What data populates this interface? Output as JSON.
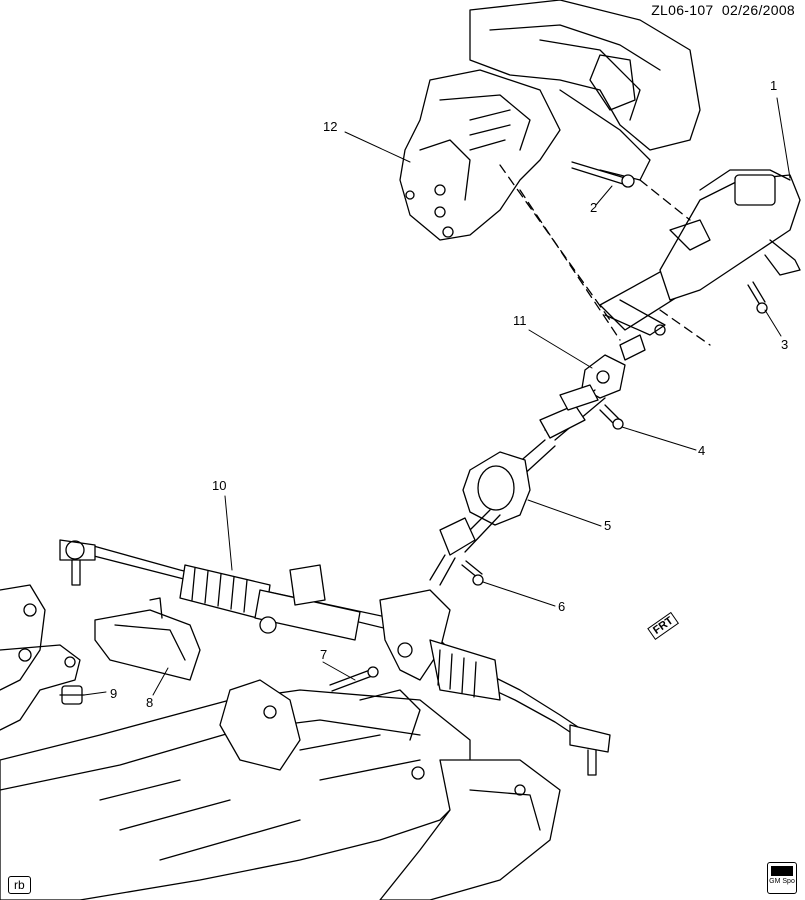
{
  "header": {
    "diagram_code": "ZL06-107",
    "date": "02/26/2008"
  },
  "callouts": [
    {
      "id": "1",
      "label": "1"
    },
    {
      "id": "2",
      "label": "2"
    },
    {
      "id": "3",
      "label": "3"
    },
    {
      "id": "4",
      "label": "4"
    },
    {
      "id": "5",
      "label": "5"
    },
    {
      "id": "6",
      "label": "6"
    },
    {
      "id": "7",
      "label": "7"
    },
    {
      "id": "8",
      "label": "8"
    },
    {
      "id": "9",
      "label": "9"
    },
    {
      "id": "10",
      "label": "10"
    },
    {
      "id": "11",
      "label": "11"
    },
    {
      "id": "12",
      "label": "12"
    }
  ],
  "direction_marker": {
    "label": "FRT"
  },
  "footer": {
    "tag": "rb",
    "logo_text": "GM Spo"
  }
}
